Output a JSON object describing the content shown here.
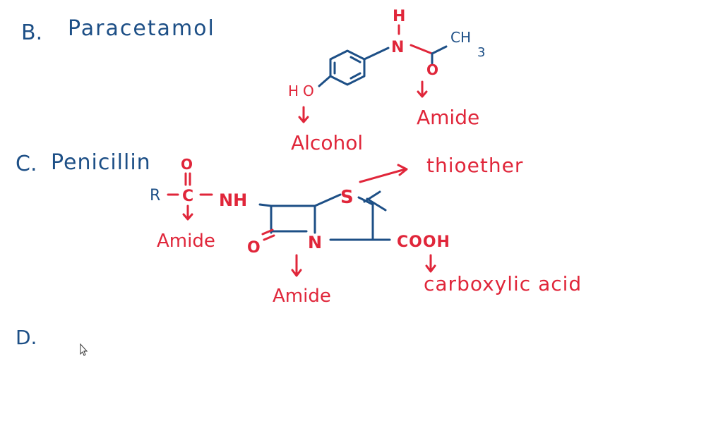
{
  "colors": {
    "blue_ink": "#1d4f86",
    "red_ink": "#e0263a",
    "background": "#ffffff"
  },
  "section_b": {
    "letter": "B.",
    "title": "Paracetamol",
    "atoms": {
      "H": "H",
      "N": "N",
      "CH": "CH",
      "sub3": "3",
      "O": "O",
      "HO": "HO"
    },
    "labels": {
      "amide": "Amide",
      "alcohol": "Alcohol"
    }
  },
  "section_c": {
    "letter": "C.",
    "title": "Penicillin",
    "atoms": {
      "R": "R",
      "C": "C",
      "O_top": "O",
      "NH": "NH",
      "S": "S",
      "N": "N",
      "O_ring": "O",
      "COOH": "COOH"
    },
    "labels": {
      "thioether": "thioether",
      "amide_left": "Amide",
      "amide_bottom": "Amide",
      "carboxylic_acid": "carboxylic acid"
    }
  },
  "section_d": {
    "letter": "D."
  },
  "cursor_icon": "mouse-pointer-icon"
}
